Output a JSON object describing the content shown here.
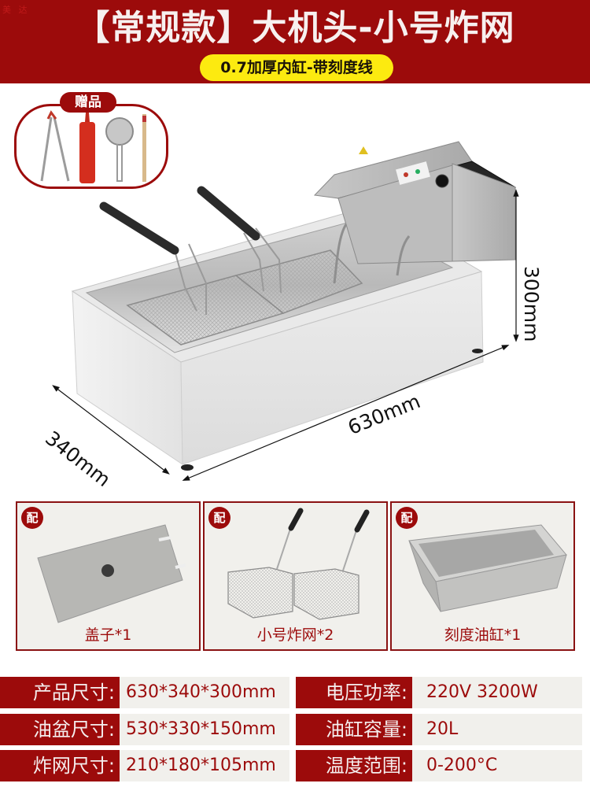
{
  "header": {
    "watermark": "美 达",
    "title": "【常规款】大机头-小号炸网",
    "subtitle": "0.7加厚内缸-带刻度线",
    "colors": {
      "banner": "#9c0b0b",
      "pill": "#fcea10",
      "title_text": "#f7f0ef"
    }
  },
  "gift": {
    "label": "赠品",
    "items": [
      "tongs",
      "sauce-bottle",
      "strainer",
      "thermometer"
    ]
  },
  "product": {
    "dimensions": {
      "height": "300mm",
      "length": "630mm",
      "depth": "340mm"
    }
  },
  "accessories": [
    {
      "badge": "配",
      "caption": "盖子*1",
      "icon": "lid"
    },
    {
      "badge": "配",
      "caption": "小号炸网*2",
      "icon": "fry-basket"
    },
    {
      "badge": "配",
      "caption": "刻度油缸*1",
      "icon": "oil-tank"
    }
  ],
  "specs": {
    "left": [
      {
        "key": "产品尺寸:",
        "value": "630*340*300mm"
      },
      {
        "key": "油盆尺寸:",
        "value": "530*330*150mm"
      },
      {
        "key": "炸网尺寸:",
        "value": "210*180*105mm"
      }
    ],
    "right": [
      {
        "key": "电压功率:",
        "value": "220V  3200W"
      },
      {
        "key": "油缸容量:",
        "value": "20L"
      },
      {
        "key": "温度范围:",
        "value": "0-200°C"
      }
    ]
  }
}
